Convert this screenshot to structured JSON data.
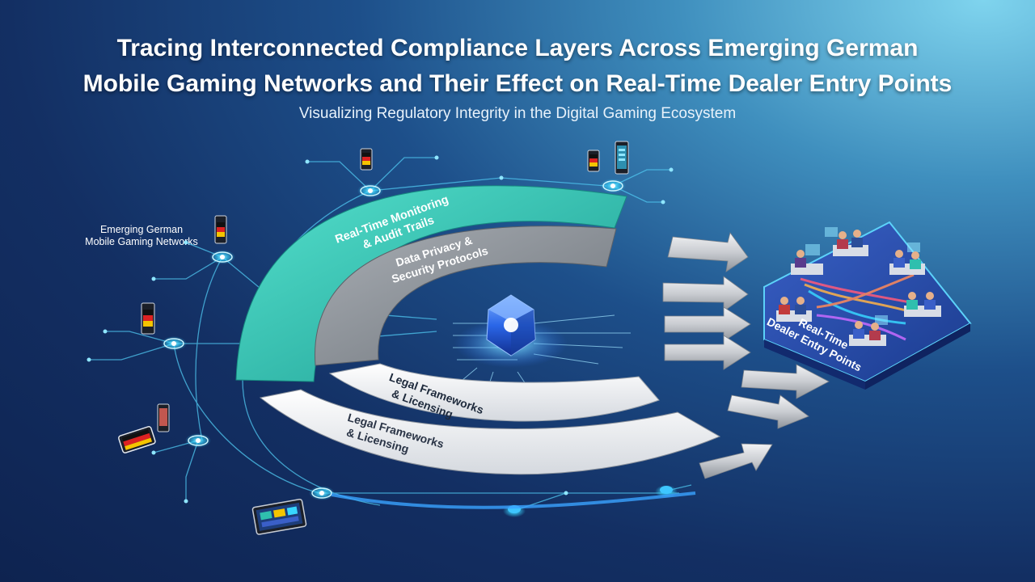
{
  "title": {
    "line1": "Tracing Interconnected Compliance Layers Across Emerging German",
    "line2": "Mobile Gaming Networks and Their Effect on Real-Time Dealer Entry Points"
  },
  "subtitle": "Visualizing Regulatory Integrity in the Digital Gaming Ecosystem",
  "network_label": {
    "line1": "Emerging German",
    "line2": "Mobile Gaming Networks"
  },
  "layers": [
    {
      "line1": "Real-Time Monitoring",
      "line2": "& Audit Trails",
      "color": "#2fbfae"
    },
    {
      "line1": "Data Privacy &",
      "line2": "Security Protocols",
      "color": "#8c9299"
    },
    {
      "line1": "Legal Frameworks",
      "line2": "& Licensing",
      "color": "#eef0f3"
    },
    {
      "line1": "Legal Frameworks",
      "line2": "& Licensing",
      "color": "#e2e5ea"
    }
  ],
  "dealer_platform": {
    "line1": "Real-Time",
    "line2": "Dealer Entry Points"
  },
  "colors": {
    "accent": "#38d6ff",
    "teal": "#2fbfae",
    "core": "#2a66e8"
  }
}
